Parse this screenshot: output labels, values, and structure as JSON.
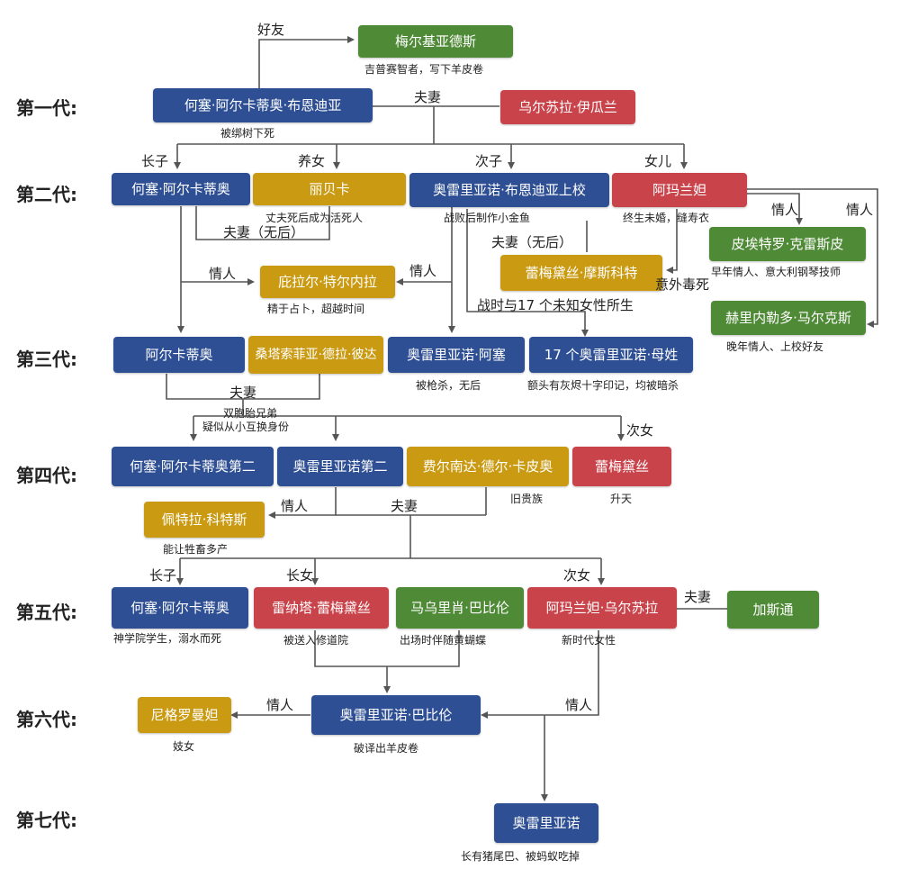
{
  "generations": {
    "g1": "第一代:",
    "g2": "第二代:",
    "g3": "第三代:",
    "g4": "第四代:",
    "g5": "第五代:",
    "g6": "第六代:",
    "g7": "第七代:"
  },
  "colors": {
    "blue": "#2e4f93",
    "green": "#4f8a37",
    "red": "#c9434b",
    "yellow": "#c99a12",
    "line": "#555555"
  },
  "nodes": {
    "melquiades": "梅尔基亚德斯",
    "jose_arcadio_buendia": "何塞·阿尔卡蒂奥·布恩迪亚",
    "ursula": "乌尔苏拉·伊瓜兰",
    "jose_arcadio": "何塞·阿尔卡蒂奥",
    "rebeca": "丽贝卡",
    "colonel_aureliano": "奥雷里亚诺·布恩迪亚上校",
    "amaranta": "阿玛兰妲",
    "pilar_ternera": "庇拉尔·特尔内拉",
    "remedios_moscote": "蕾梅黛丝·摩斯科特",
    "pietro_crespi": "皮埃特罗·克雷斯皮",
    "gerineldo_marquez": "赫里内勒多·马尔克斯",
    "arcadio": "阿尔卡蒂奥",
    "santa_sofia": "桑塔索菲亚·德拉·彼达",
    "aureliano_jose": "奥雷里亚诺·阿塞",
    "seventeen_aurelianos": "17 个奥雷里亚诺·母姓",
    "jose_arcadio_segundo": "何塞·阿尔卡蒂奥第二",
    "aureliano_segundo": "奥雷里亚诺第二",
    "fernanda": "费尔南达·德尔·卡皮奥",
    "remedios_beauty": "蕾梅黛丝",
    "petra_cotes": "佩特拉·科特斯",
    "jose_arcadio_5": "何塞·阿尔卡蒂奥",
    "renata_remedios": "雷纳塔·蕾梅黛丝",
    "mauricio_babilonia": "马乌里肖·巴比伦",
    "amaranta_ursula": "阿玛兰妲·乌尔苏拉",
    "gaston": "加斯通",
    "nigromanta": "尼格罗曼妲",
    "aureliano_babilonia": "奥雷里亚诺·巴比伦",
    "aureliano_last": "奥雷里亚诺"
  },
  "notes": {
    "melquiades": "吉普赛智者，写下羊皮卷",
    "jose_arcadio_buendia": "被绑树下死",
    "rebeca": "丈夫死后成为活死人",
    "colonel_aureliano": "战败后制作小金鱼",
    "amaranta": "终生未婚，缝寿衣",
    "pietro_crespi": "早年情人、意大利钢琴技师",
    "remedios_moscote_death": "意外毒死",
    "gerineldo_marquez": "晚年情人、上校好友",
    "pilar_ternera": "精于占卜，超越时间",
    "seventeen_women": "战时与17 个未知女性所生",
    "aureliano_jose": "被枪杀，无后",
    "seventeen_aurelianos": "额头有灰烬十字印记，均被暗杀",
    "twins": "双胞胎兄弟",
    "twins_swap": "疑似从小互换身份",
    "fernanda": "旧贵族",
    "remedios_beauty": "升天",
    "petra_cotes": "能让牲畜多产",
    "jose_arcadio_5": "神学院学生，溺水而死",
    "renata_remedios": "被送入修道院",
    "mauricio_babilonia": "出场时伴随黄蝴蝶",
    "amaranta_ursula": "新时代女性",
    "nigromanta": "妓女",
    "aureliano_babilonia": "破译出羊皮卷",
    "aureliano_last": "长有猪尾巴、被蚂蚁吃掉"
  },
  "relations": {
    "friend": "好友",
    "spouse_g1": "夫妻",
    "eldest_son_g2": "长子",
    "adopted_daughter": "养女",
    "second_son": "次子",
    "daughter": "女儿",
    "spouse_no_heir_1": "夫妻（无后）",
    "spouse_no_heir_2": "夫妻（无后）",
    "lover_ja_pilar": "情人",
    "lover_ca_pilar": "情人",
    "lover_amaranta_pietro": "情人",
    "lover_amaranta_gerineldo": "情人",
    "spouse_g3": "夫妻",
    "second_daughter_g4": "次女",
    "lover_petra": "情人",
    "spouse_g4": "夫妻",
    "eldest_son_g5": "长子",
    "eldest_daughter_g5": "长女",
    "second_daughter_g5": "次女",
    "spouse_gaston": "夫妻",
    "lover_nigromanta": "情人",
    "lover_amaranta_ursula": "情人"
  }
}
